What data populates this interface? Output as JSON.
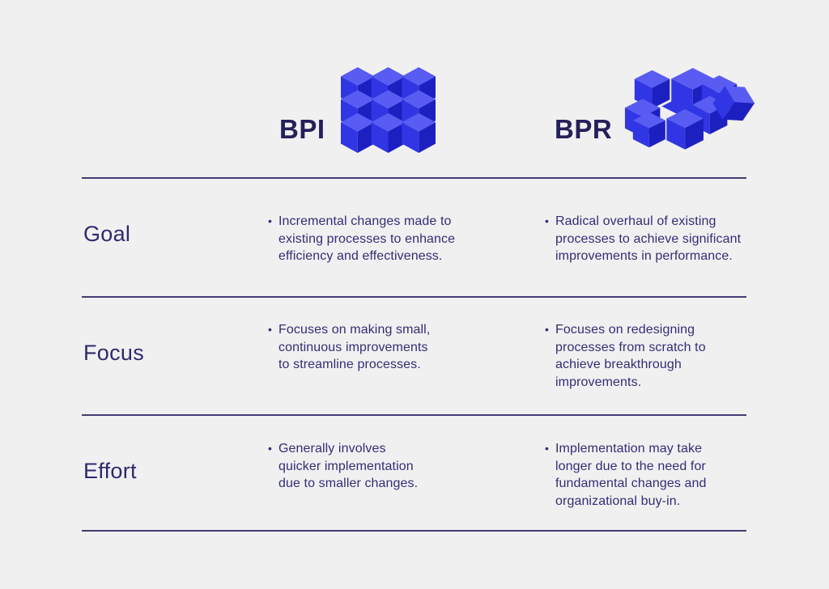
{
  "title": "BPI vs BPR comparison table",
  "bullet": "•",
  "colors": {
    "background": "#f1f0f1",
    "heading_text": "#23205a",
    "label_text": "#2d2a6d",
    "body_text": "#312e74",
    "divider": "#403d73",
    "cube_top": "#585cf2",
    "cube_left": "#3136e4",
    "cube_right": "#1d20c0"
  },
  "header": {
    "bpi_label": "BPI",
    "bpr_label": "BPR",
    "bpi_icon": "cube-grid-3x3-icon",
    "bpr_icon": "scattered-cubes-icon"
  },
  "rows": [
    {
      "label": "Goal",
      "bpi_text": "Incremental changes made to\nexisting processes to enhance\nefficiency and effectiveness.",
      "bpr_text": "Radical overhaul of existing\nprocesses to achieve significant\nimprovements in performance."
    },
    {
      "label": "Focus",
      "bpi_text": "Focuses on making small,\ncontinuous improvements\nto streamline processes.",
      "bpr_text": "Focuses on redesigning\nprocesses from scratch to\nachieve breakthrough\nimprovements."
    },
    {
      "label": "Effort",
      "bpi_text": "Generally involves\nquicker implementation\ndue to smaller changes.",
      "bpr_text": "Implementation may take\nlonger due to the need for\nfundamental changes and\norganizational buy-in."
    }
  ]
}
